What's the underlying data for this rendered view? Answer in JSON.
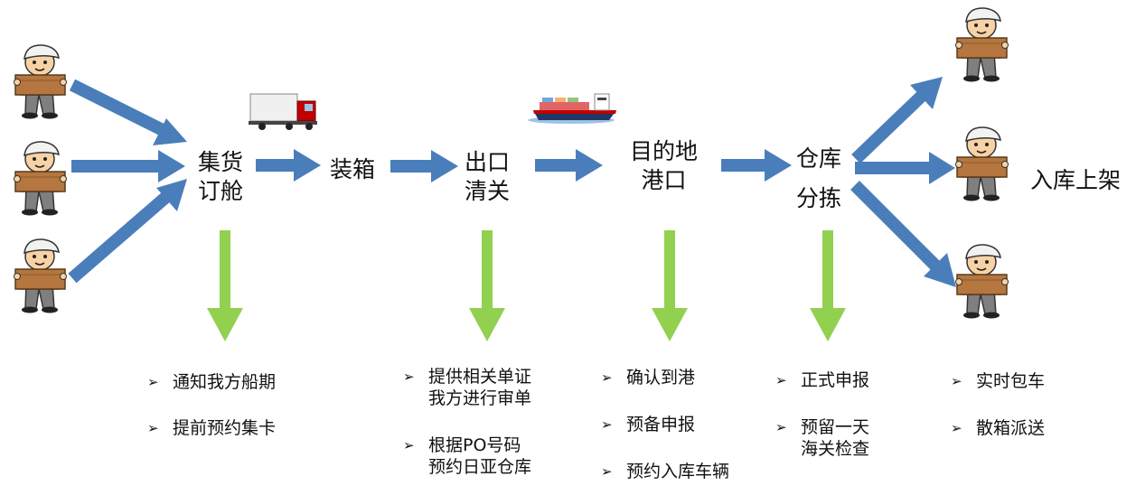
{
  "stages": {
    "consolidate": [
      "集货",
      "订舱"
    ],
    "loading": [
      "装箱"
    ],
    "export": [
      "出口",
      "清关"
    ],
    "destination": [
      "目的地",
      "港口"
    ],
    "warehouse": [
      "仓库",
      "分拣"
    ],
    "shelving": [
      "入库上架"
    ]
  },
  "bullet_marker": "➢",
  "tasks": {
    "consolidate": [
      [
        "通知我方船期"
      ],
      [
        "提前预约集卡"
      ]
    ],
    "export": [
      [
        "提供相关单证",
        "我方进行审单"
      ],
      [
        "根据PO号码",
        "预约日亚仓库"
      ]
    ],
    "destination": [
      [
        "确认到港"
      ],
      [
        "预备申报"
      ],
      [
        "预约入库车辆"
      ]
    ],
    "warehouse": [
      [
        "正式申报"
      ],
      [
        "预留一天",
        "海关检查"
      ]
    ],
    "shelving": [
      [
        "实时包车"
      ],
      [
        "散箱派送"
      ]
    ]
  },
  "colors": {
    "flow_arrow": "#4a7ebb",
    "task_arrow": "#92d050",
    "box": "#b5763f",
    "cap": "#f2f2f2",
    "face": "#f6d2a5"
  },
  "icons": [
    "worker-carrying-box-icon",
    "truck-icon",
    "cargo-ship-icon"
  ]
}
